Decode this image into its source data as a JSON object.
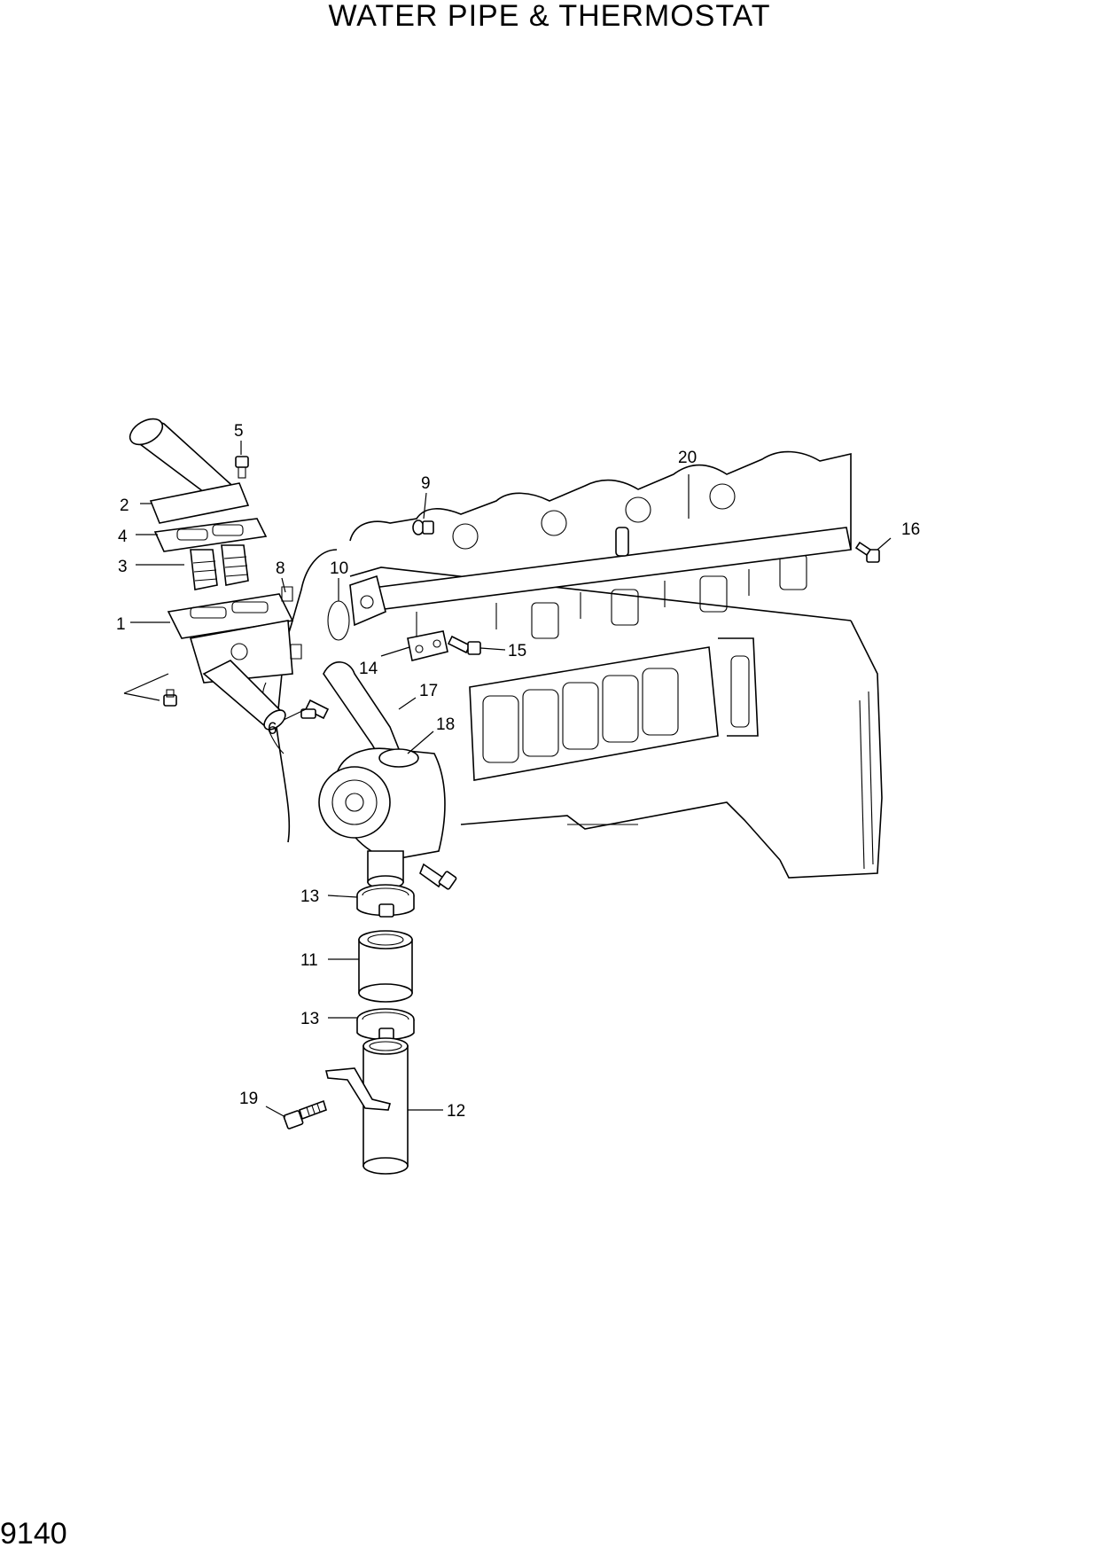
{
  "title": "WATER PIPE & THERMOSTAT",
  "page_number": "9140",
  "callouts": [
    {
      "id": "c1",
      "label": "1"
    },
    {
      "id": "c2",
      "label": "2"
    },
    {
      "id": "c3",
      "label": "3"
    },
    {
      "id": "c4",
      "label": "4"
    },
    {
      "id": "c5",
      "label": "5"
    },
    {
      "id": "c6",
      "label": "6"
    },
    {
      "id": "c8",
      "label": "8"
    },
    {
      "id": "c9",
      "label": "9"
    },
    {
      "id": "c10",
      "label": "10"
    },
    {
      "id": "c11",
      "label": "11"
    },
    {
      "id": "c12",
      "label": "12"
    },
    {
      "id": "c13a",
      "label": "13"
    },
    {
      "id": "c13b",
      "label": "13"
    },
    {
      "id": "c14",
      "label": "14"
    },
    {
      "id": "c15",
      "label": "15"
    },
    {
      "id": "c16",
      "label": "16"
    },
    {
      "id": "c17",
      "label": "17"
    },
    {
      "id": "c18",
      "label": "18"
    },
    {
      "id": "c19",
      "label": "19"
    },
    {
      "id": "c20",
      "label": "20"
    }
  ]
}
